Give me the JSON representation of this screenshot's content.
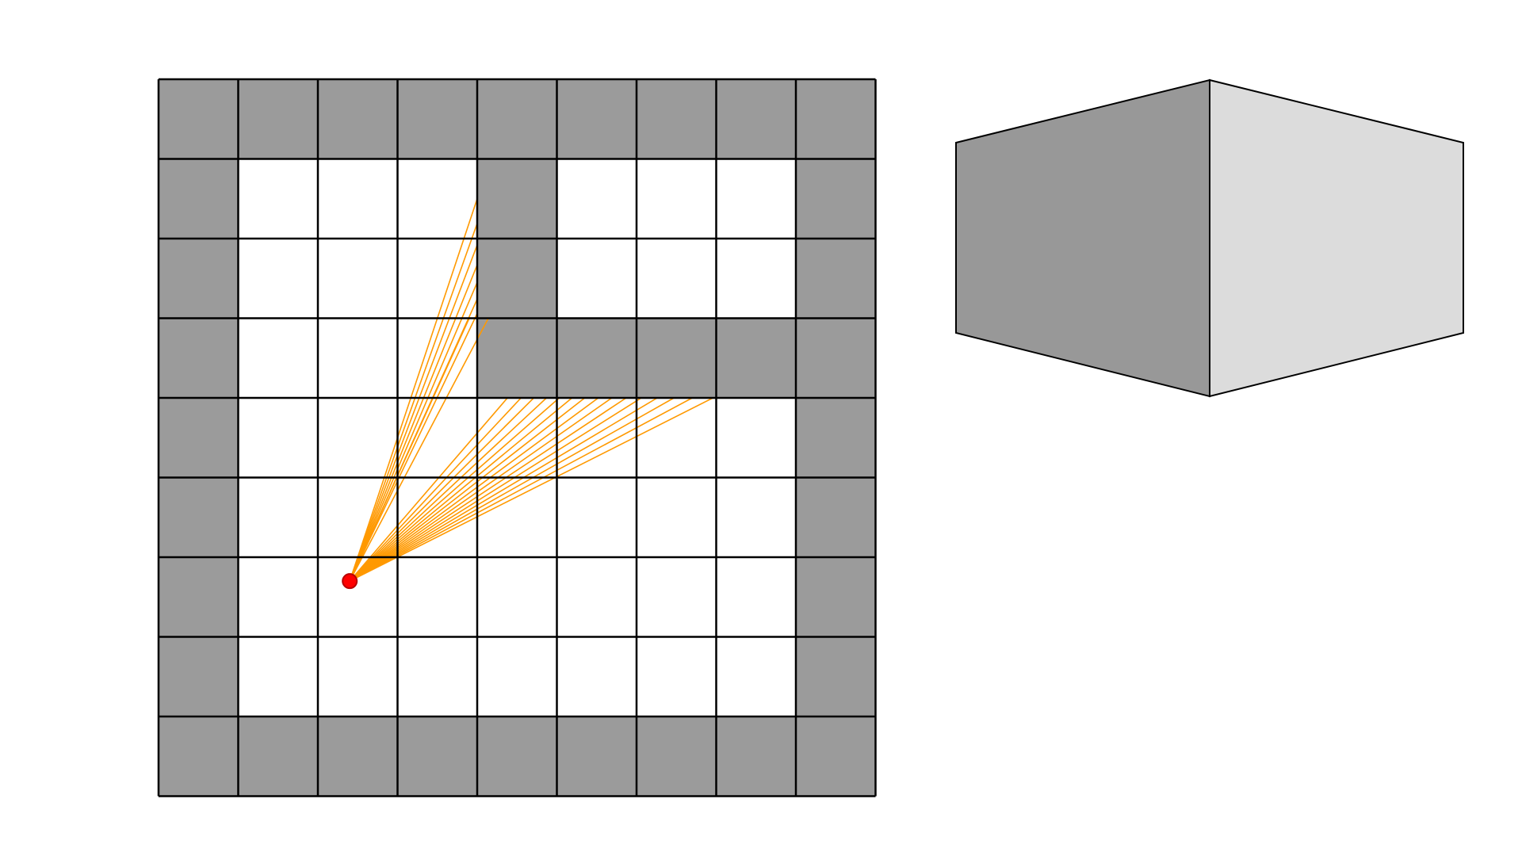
{
  "grid": {
    "rows": 9,
    "cols": 9,
    "map": [
      [
        1,
        1,
        1,
        1,
        1,
        1,
        1,
        1,
        1
      ],
      [
        1,
        0,
        0,
        0,
        1,
        0,
        0,
        0,
        1
      ],
      [
        1,
        0,
        0,
        0,
        1,
        0,
        0,
        0,
        1
      ],
      [
        1,
        0,
        0,
        0,
        1,
        1,
        1,
        1,
        1
      ],
      [
        1,
        0,
        0,
        0,
        0,
        0,
        0,
        0,
        1
      ],
      [
        1,
        0,
        0,
        0,
        0,
        0,
        0,
        0,
        1
      ],
      [
        1,
        0,
        0,
        0,
        0,
        0,
        0,
        0,
        1
      ],
      [
        1,
        0,
        0,
        0,
        0,
        0,
        0,
        0,
        1
      ],
      [
        1,
        1,
        1,
        1,
        1,
        1,
        1,
        1,
        1
      ]
    ],
    "wall_color": "#9b9b9b",
    "floor_color": "#ffffff",
    "line_color": "#000000"
  },
  "player": {
    "col": 2.4,
    "row": 6.3,
    "color": "#ff0000",
    "outline_color": "#b80000"
  },
  "rays": {
    "color": "#ff9900",
    "hits": [
      [
        4,
        1.5
      ],
      [
        4,
        1.81
      ],
      [
        4,
        2.08
      ],
      [
        4,
        2.33
      ],
      [
        4,
        2.55
      ],
      [
        4,
        2.76
      ],
      [
        4,
        2.94
      ],
      [
        3.9,
        3
      ],
      [
        4.14,
        3
      ],
      [
        4.38,
        4
      ],
      [
        4.55,
        4
      ],
      [
        4.71,
        4
      ],
      [
        4.87,
        4
      ],
      [
        5.03,
        4
      ],
      [
        5.19,
        4
      ],
      [
        5.35,
        4
      ],
      [
        5.52,
        4
      ],
      [
        5.69,
        4
      ],
      [
        5.87,
        4
      ],
      [
        6.06,
        4
      ],
      [
        6.26,
        4
      ],
      [
        6.47,
        4
      ],
      [
        6.7,
        4
      ],
      [
        6.96,
        4
      ]
    ]
  },
  "view3d": {
    "left_face_color": "#989898",
    "right_face_color": "#dcdcdc",
    "edge_color": "#000000"
  }
}
